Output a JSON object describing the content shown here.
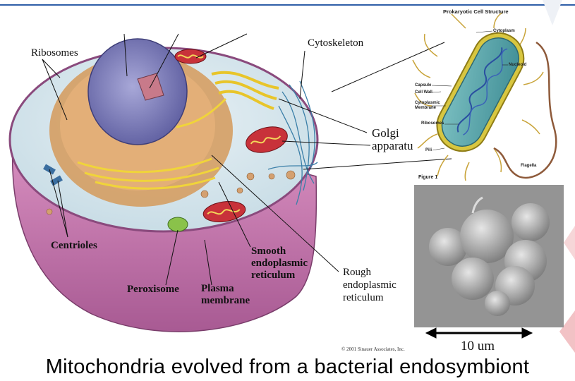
{
  "eukaryote_labels": {
    "ribosomes": "Ribosomes",
    "centrioles": "Centrioles",
    "peroxisome": "Peroxisome",
    "plasma_membrane_1": "Plasma",
    "plasma_membrane_2": "membrane",
    "smooth_er_1": "Smooth",
    "smooth_er_2": "endoplasmic",
    "smooth_er_3": "reticulum",
    "cytoskeleton": "Cytoskeleton",
    "golgi_1": "Golgi",
    "golgi_2": "apparatu",
    "rough_er_1": "Rough",
    "rough_er_2": "endoplasmic",
    "rough_er_3": "reticulum"
  },
  "prokaryote": {
    "title": "Prokaryotic Cell Structure",
    "cytoplasm": "Cytoplasm",
    "nucleoid": "Nucleoid",
    "capsule": "Capsule",
    "cell_wall": "Cell Wall",
    "cytoplasmic_membrane_1": "Cytoplasmic",
    "cytoplasmic_membrane_2": "Membrane",
    "ribosomes": "Ribosomes",
    "pili": "Pili",
    "flagella": "Flagella",
    "figure": "Figure 1"
  },
  "micrograph": {
    "scale_label": "10 um"
  },
  "copyright": "© 2001 Sinauer Associates, Inc.",
  "caption": "Mitochondria  evolved  from  a bacterial endosymbiont",
  "colors": {
    "top_rule": "#2f5fa8",
    "cell_membrane": "#c97bb0",
    "er": "#d9a15e",
    "golgi": "#f1d23a",
    "nucleus": "#7f7fc0",
    "bacterium": "#5fa6a8"
  }
}
